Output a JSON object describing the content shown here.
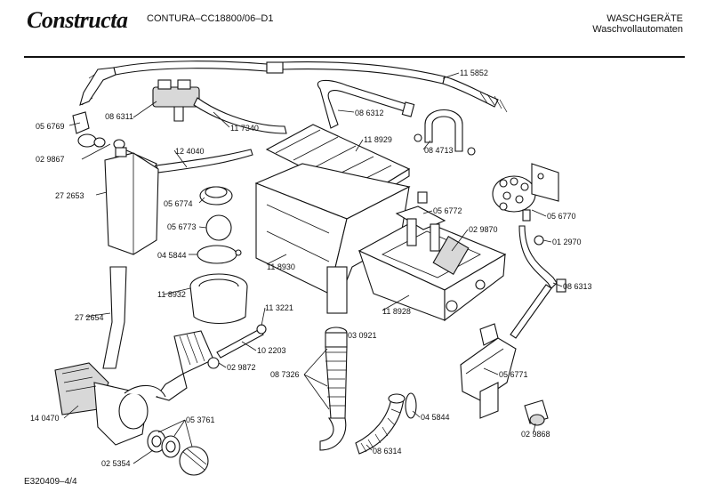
{
  "header": {
    "logo": "Constructa",
    "model": "CONTURA–CC18800/06–D1",
    "category_line1": "WASCHGERÄTE",
    "category_line2": "Waschvollautomaten"
  },
  "footer": {
    "code": "E320409–4/4"
  },
  "parts": [
    "11 5852",
    "08 6311",
    "08 6312",
    "05 6769",
    "11 7340",
    "08 4713",
    "11 8929",
    "02 9867",
    "12 4040",
    "27 2653",
    "05 6774",
    "05 6772",
    "05 6770",
    "05 6773",
    "02 9870",
    "01 2970",
    "04 5844",
    "11 8930",
    "08 6313",
    "11 8932",
    "11 8928",
    "11 3221",
    "27 2654",
    "03 0921",
    "10 2203",
    "02 9872",
    "08 7326",
    "05 6771",
    "04 5844",
    "14 0470",
    "05 3761",
    "02 9868",
    "08 6314",
    "02 5354"
  ]
}
